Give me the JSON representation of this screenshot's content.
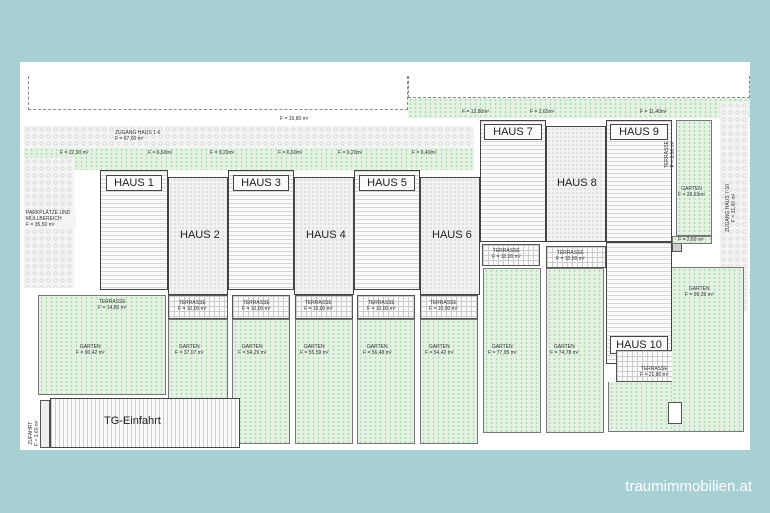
{
  "plan": {
    "top_road_area": "F = 16,80 m²",
    "zugang_1_6": "ZUGANG HAUS 1-6",
    "zugang_1_6_area": "F = 67,00 m²",
    "top_greens": [
      "F = 22,90 m²",
      "F = 6,60m²",
      "F = 9,20m²",
      "F = 6,60m²",
      "F = 9,20m²",
      "F = 6,40m²",
      "F = 12,80m²",
      "F = 2,65m²",
      "F = 11,40m²"
    ],
    "parking": "PARKPLÄTZE UND MÜLLBEREICH",
    "parking_area": "F = 35,50 m²",
    "houses": [
      "HAUS 1",
      "HAUS 2",
      "HAUS 3",
      "HAUS 4",
      "HAUS 5",
      "HAUS 6",
      "HAUS 7",
      "HAUS 8",
      "HAUS 9",
      "HAUS 10"
    ],
    "terrace_label": "TERRASSE",
    "terraces": [
      "F = 14,80 m²",
      "F = 10,00 m²",
      "F = 10,00 m²",
      "F = 10,00 m²",
      "F = 10,00 m²",
      "F = 10,00 m²",
      "F = 10,00 m²",
      "F = 10,00 m²",
      "F = 6,00 m²",
      "F = 21,80 m²"
    ],
    "garden_label": "GARTEN",
    "gardens": [
      "F = 90,42 m²",
      "F = 37,07 m²",
      "F = 54,29 m²",
      "F = 55,59 m²",
      "F = 56,48 m²",
      "F = 54,42 m²",
      "F = 77,95 m²",
      "F = 74,78 m²",
      "F = 28,63m²",
      "F = 99,39 m²"
    ],
    "zugang_7_10": "ZUGANG HAUS 7-10",
    "zugang_7_10_area": "F = 31,60 m²",
    "small_area": "F = 2,60 m²",
    "tg": "TG-Einfahrt",
    "zufahrt": "ZUFAHRT",
    "zufahrt_area": "F = 3,60 m²"
  },
  "watermark": "traumimmobilien.at"
}
